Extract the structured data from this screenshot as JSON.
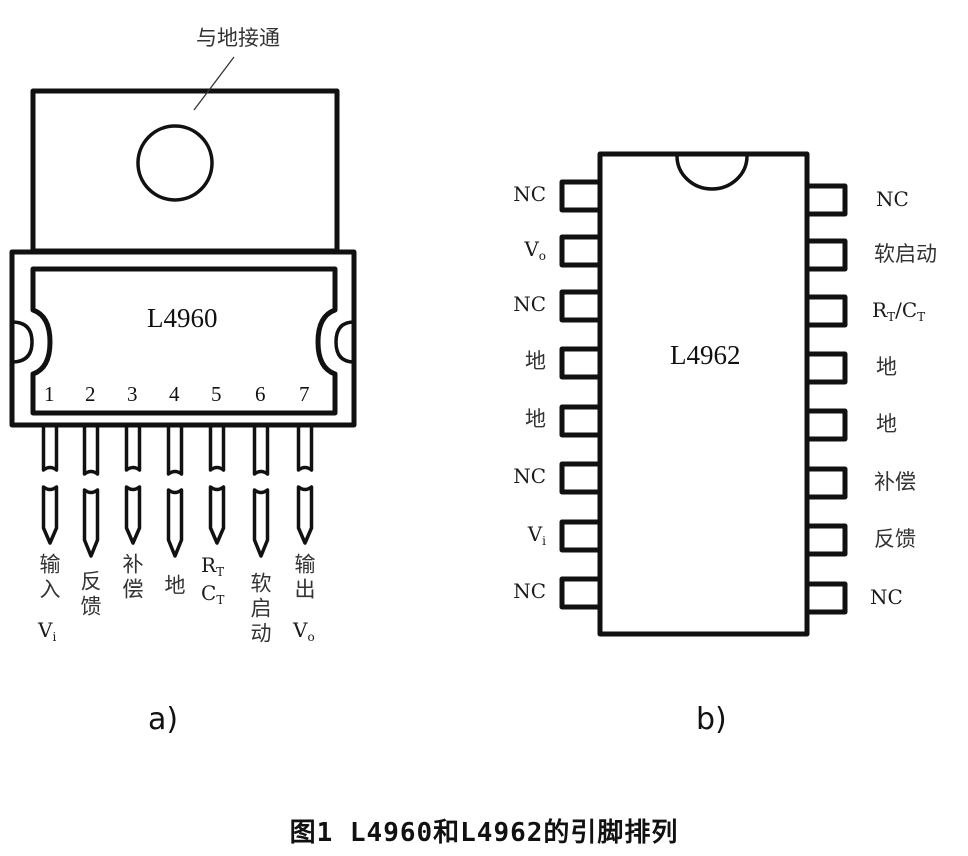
{
  "figure": {
    "caption": "图1   L4960和L4962的引脚排列"
  },
  "panel_a": {
    "label": "a)",
    "chip_name": "L4960",
    "tab_annotation": "与地接通",
    "pin_numbers": [
      "1",
      "2",
      "3",
      "4",
      "5",
      "6",
      "7"
    ],
    "pins": [
      {
        "number": "1",
        "label": "输入",
        "symbol": "V",
        "symbol_sub": "i"
      },
      {
        "number": "2",
        "label": "反馈"
      },
      {
        "number": "3",
        "label": "补偿"
      },
      {
        "number": "4",
        "label": "地"
      },
      {
        "number": "5",
        "symbol_r": "R",
        "symbol_r_sub": "T",
        "symbol_c": "C",
        "symbol_c_sub": "T"
      },
      {
        "number": "6",
        "label": "软启动"
      },
      {
        "number": "7",
        "label": "输出",
        "symbol": "V",
        "symbol_sub": "o"
      }
    ]
  },
  "panel_b": {
    "label": "b)",
    "chip_name": "L4962",
    "left_pins": [
      {
        "label": "NC"
      },
      {
        "label": "V",
        "sub": "o"
      },
      {
        "label": "NC"
      },
      {
        "label": "地"
      },
      {
        "label": "地"
      },
      {
        "label": "NC"
      },
      {
        "label": "V",
        "sub": "i"
      },
      {
        "label": "NC"
      }
    ],
    "right_pins": [
      {
        "label": "NC"
      },
      {
        "label": "软启动"
      },
      {
        "label": "R",
        "sub": "T",
        "label2": "/C",
        "sub2": "T"
      },
      {
        "label": "地"
      },
      {
        "label": "地"
      },
      {
        "label": "补偿"
      },
      {
        "label": "反馈"
      },
      {
        "label": "NC"
      }
    ]
  }
}
